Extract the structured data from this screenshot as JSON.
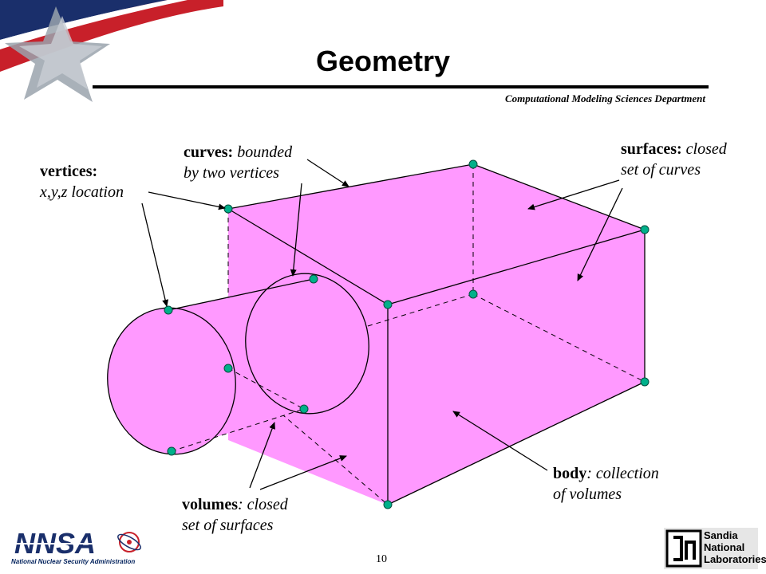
{
  "title": "Geometry",
  "department": "Computational Modeling Sciences Department",
  "page_number": "10",
  "labels": {
    "vertices": {
      "term": "vertices:",
      "line1": "",
      "line2": "x,y,z location"
    },
    "curves": {
      "term": "curves:",
      "line1": " bounded",
      "line2": "by two vertices"
    },
    "surfaces": {
      "term": "surfaces:",
      "line1": " closed",
      "line2": "set of curves"
    },
    "body": {
      "term": "body",
      "line1": ": collection",
      "line2": "of volumes"
    },
    "volumes": {
      "term": "volumes",
      "line1": ": closed",
      "line2": "set of surfaces"
    }
  },
  "footer": {
    "nnsa_logo": "NNSA",
    "nnsa_caption": "National Nuclear Security Administration",
    "sandia_lines": [
      "Sandia",
      "National",
      "Laboratories"
    ]
  },
  "colors": {
    "fill": "#ff99ff",
    "vertex": "#00b08a",
    "navy": "#1a2f6b",
    "red": "#c8202a"
  }
}
